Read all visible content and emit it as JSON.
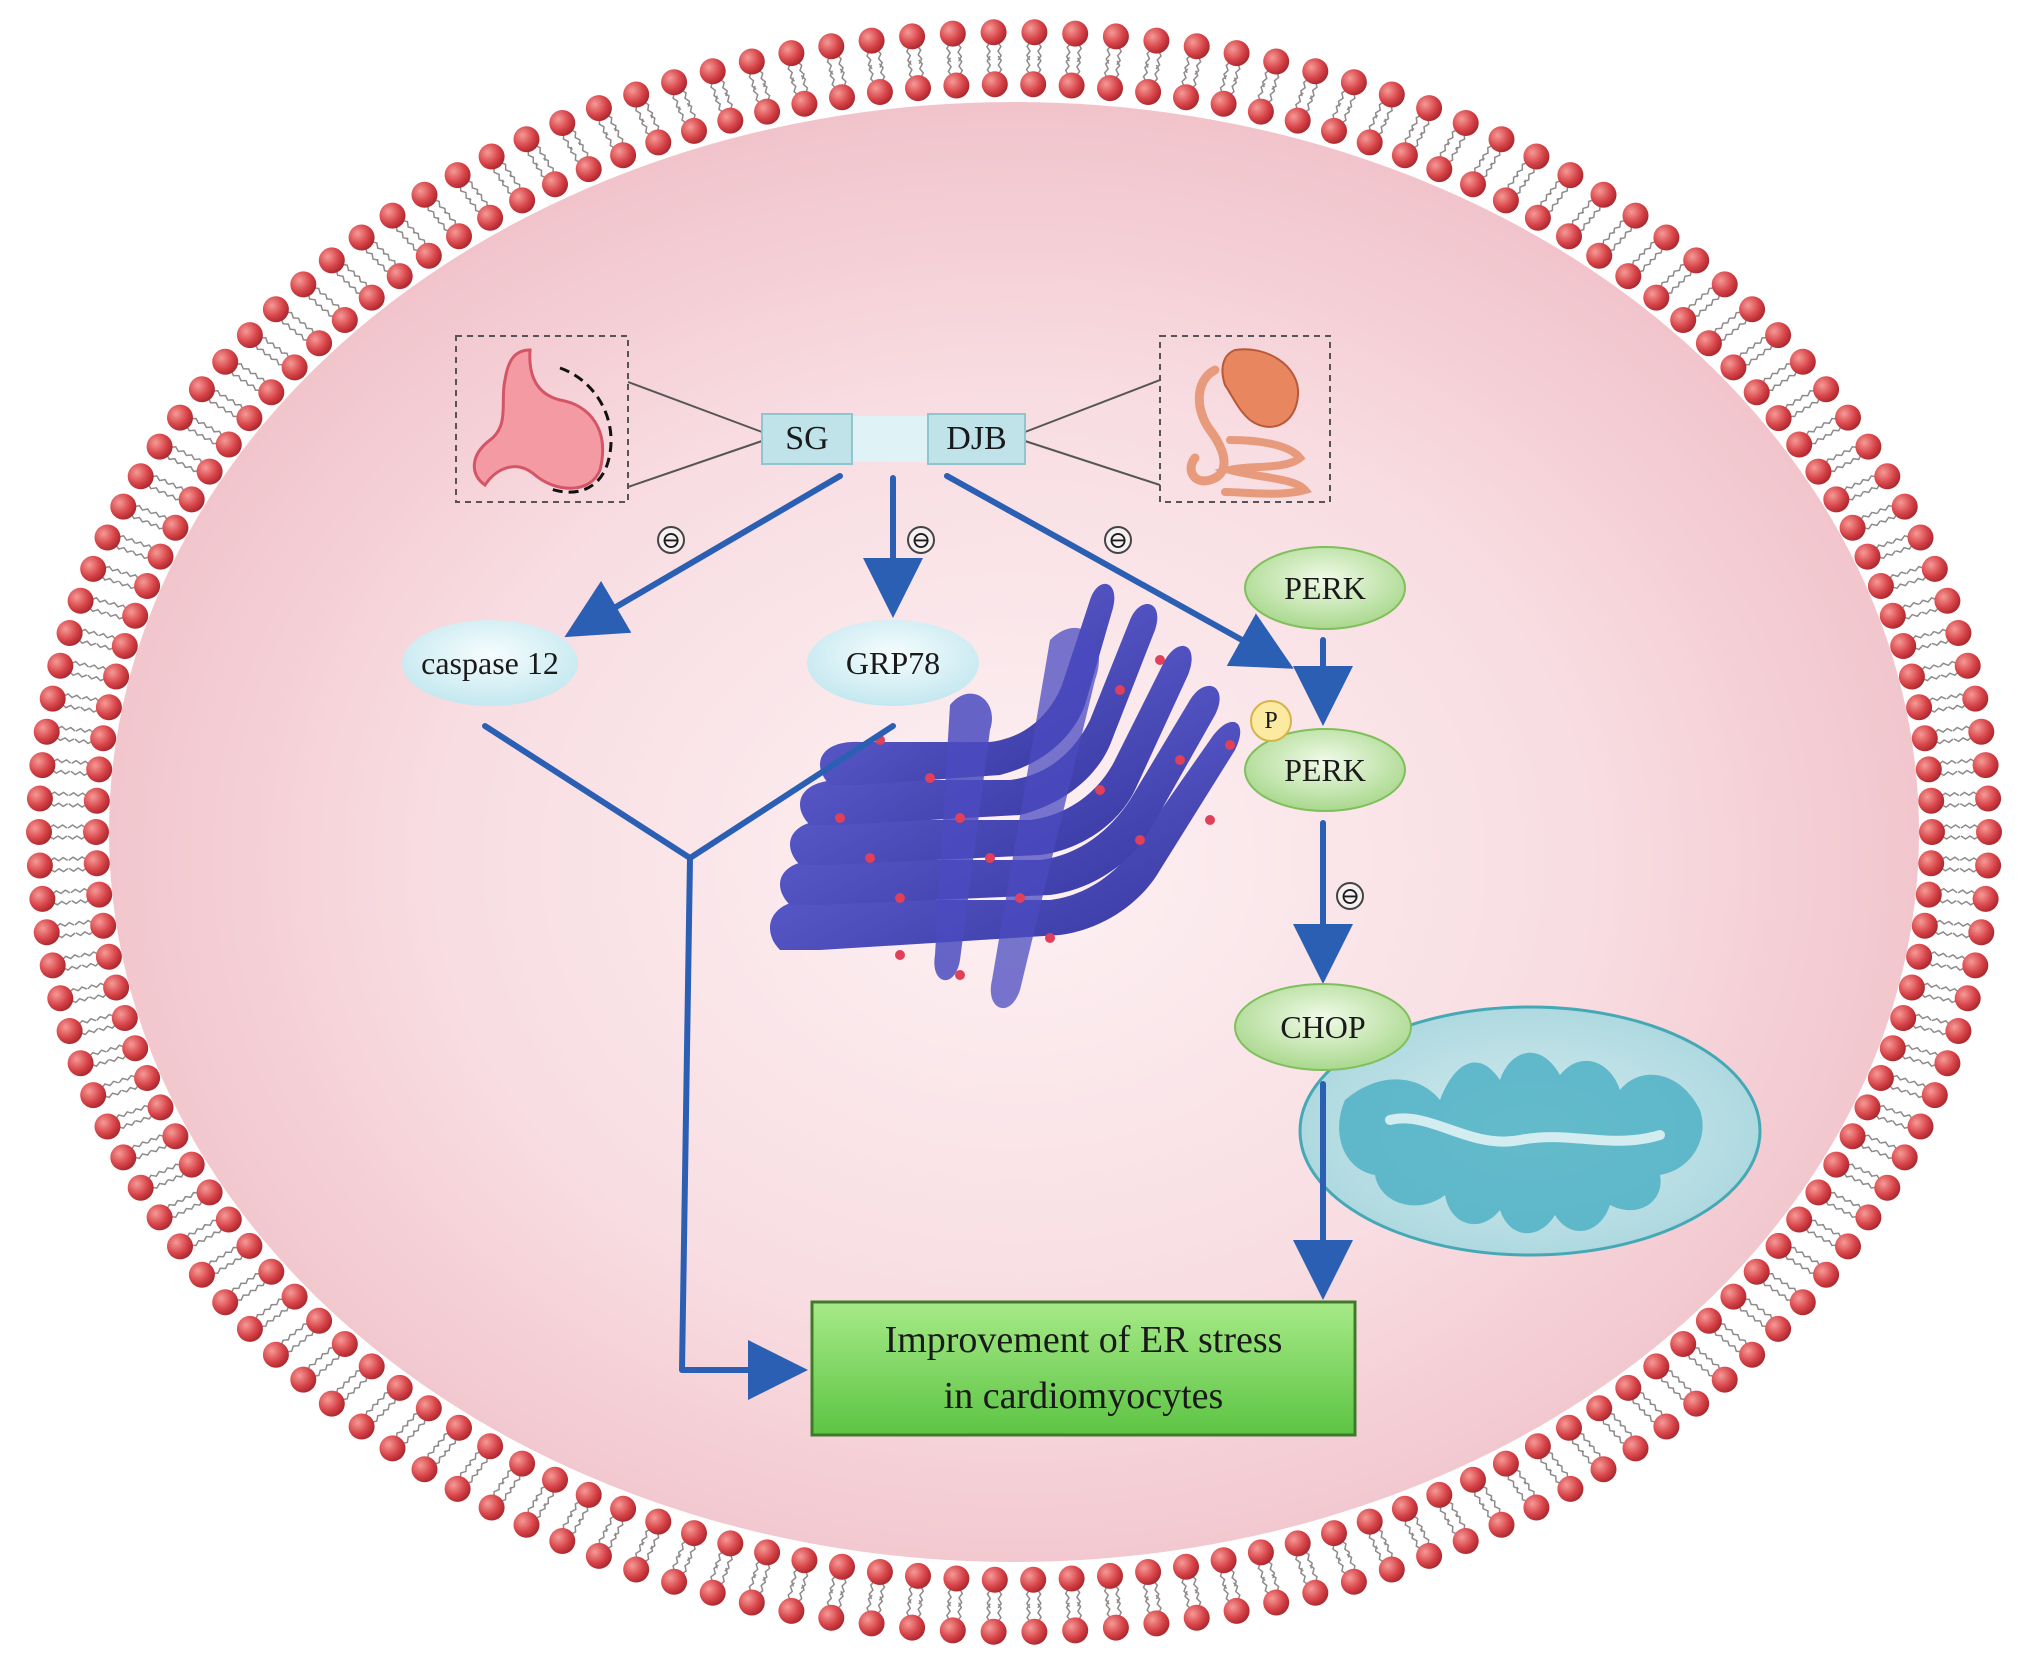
{
  "procedures": {
    "sg": "SG",
    "djb": "DJB"
  },
  "markers": [
    "PERK",
    "PERK",
    "GRP78",
    "caspase 12",
    "CHOP"
  ],
  "phospho": "P",
  "inhibit_symbol": "⊖",
  "outcome": {
    "line1": "Improvement of ER stress",
    "line2": "in cardiomyocytes"
  },
  "colors": {
    "membrane_head": "#d8454a",
    "cytoplasm": "#f4c9cf",
    "arrow": "#2a5fb4",
    "procedure_box": "#bfe3e8",
    "green_node": "#a9d98d",
    "blue_node": "#cfeef3",
    "outcome_box": "#7fd664"
  },
  "icons": [
    "stomach-sleeve-icon",
    "duodenal-jejunal-bypass-icon",
    "endoplasmic-reticulum-icon",
    "mitochondrion-icon",
    "phosphate-icon"
  ]
}
